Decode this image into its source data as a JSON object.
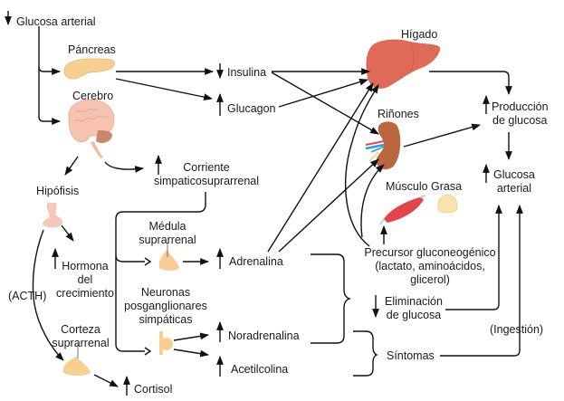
{
  "diagram": {
    "title": "Regulación de la glucosa arterial",
    "nodes": {
      "glucosa_arterial_low": {
        "label": "Glucosa arterial",
        "direction": "down"
      },
      "pancreas": {
        "label": "Páncreas"
      },
      "cerebro": {
        "label": "Cerebro"
      },
      "insulina": {
        "label": "Insulina",
        "direction": "down"
      },
      "glucagon": {
        "label": "Glucagon",
        "direction": "up"
      },
      "higado": {
        "label": "Hígado"
      },
      "rinones": {
        "label": "Riñones"
      },
      "musculo": {
        "label": "Músculo"
      },
      "grasa": {
        "label": "Grasa"
      },
      "produccion_glucosa": {
        "label_line1": "Producción",
        "label_line2": "de glucosa",
        "direction": "up"
      },
      "glucosa_arterial_high": {
        "label_line1": "Glucosa",
        "label_line2": "arterial",
        "direction": "up"
      },
      "hipofisis": {
        "label": "Hipófisis"
      },
      "corriente": {
        "label_line1": "Corriente",
        "label_line2": "simpaticosuprarrenal",
        "direction": "up"
      },
      "hormona_crecimiento": {
        "label_line1": "Hormona",
        "label_line2": "del",
        "label_line3": "crecimiento",
        "direction": "up"
      },
      "acth": {
        "label": "(ACTH)"
      },
      "medula": {
        "label_line1": "Médula",
        "label_line2": "suprarrenal"
      },
      "adrenalina": {
        "label": "Adrenalina",
        "direction": "up"
      },
      "neuronas": {
        "label_line1": "Neuronas",
        "label_line2": "posganglionares",
        "label_line3": "simpáticas"
      },
      "noradrenalina": {
        "label": "Noradrenalina",
        "direction": "up"
      },
      "acetilcolina": {
        "label": "Acetilcolina",
        "direction": "up"
      },
      "corteza": {
        "label_line1": "Corteza",
        "label_line2": "suprarrenal"
      },
      "cortisol": {
        "label": "Cortisol",
        "direction": "up"
      },
      "precursor": {
        "label_line1": "Precursor gluconeogénico",
        "label_line2": "(lactato, aminoácidos,",
        "label_line3": "glicerol)"
      },
      "eliminacion": {
        "label_line1": "Eliminación",
        "label_line2": "de glucosa",
        "direction": "down"
      },
      "sintomas": {
        "label": "Síntomas"
      },
      "ingestion": {
        "label": "(Ingestión)"
      }
    },
    "colors": {
      "line": "#111111",
      "liver": "#e06a58",
      "kidney": "#b8673e",
      "pancreas": "#f7cf8f",
      "brain": "#f6c3b0",
      "cerebellum": "#c9886b",
      "pituitary": "#f5c8b8",
      "adrenal": "#f8cf92",
      "muscle": "#e2454a",
      "fat": "#fbe3aa",
      "vessel_red": "#e8454c",
      "vessel_blue": "#2a9ed8"
    }
  }
}
